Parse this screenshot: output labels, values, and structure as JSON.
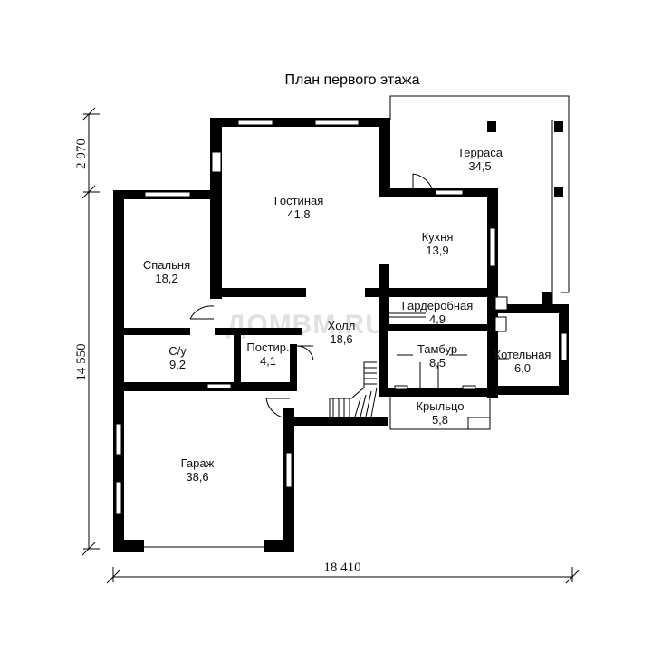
{
  "title": "План первого этажа",
  "watermark": "ДОМВМ.RU",
  "dimensions": {
    "width_total": "18 410",
    "height_total": "14 550",
    "height_upper": "2 970"
  },
  "rooms": {
    "terrace": {
      "name": "Терраса",
      "area": "34,5"
    },
    "living": {
      "name": "Гостиная",
      "area": "41,8"
    },
    "kitchen": {
      "name": "Кухня",
      "area": "13,9"
    },
    "bedroom": {
      "name": "Спальня",
      "area": "18,2"
    },
    "wardrobe": {
      "name": "Гардеробная",
      "area": "4,9"
    },
    "hall": {
      "name": "Холл",
      "area": "18,6"
    },
    "wc": {
      "name": "С/у",
      "area": "9,2"
    },
    "laundry": {
      "name": "Постир.",
      "area": "4,1"
    },
    "vestibule": {
      "name": "Тамбур",
      "area": "8,5"
    },
    "boiler": {
      "name": "Котельная",
      "area": "6,0"
    },
    "porch": {
      "name": "Крыльцо",
      "area": "5,8"
    },
    "garage": {
      "name": "Гараж",
      "area": "38,6"
    }
  }
}
